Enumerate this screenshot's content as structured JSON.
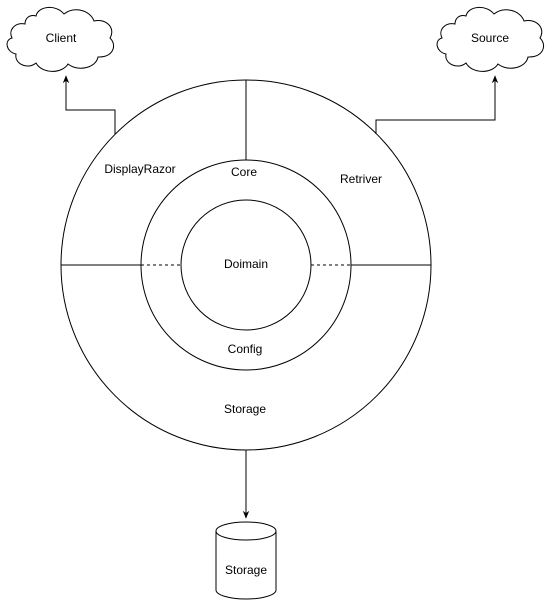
{
  "diagram": {
    "nodes": {
      "client": "Client",
      "source": "Source",
      "display_razor": "DisplayRazor",
      "core": "Core",
      "retriver": "Retriver",
      "doimain": "Doimain",
      "config": "Config",
      "storage_ring": "Storage",
      "storage_db": "Storage"
    },
    "edges": [
      {
        "from": "display_razor",
        "to": "client"
      },
      {
        "from": "retriver",
        "to": "source"
      },
      {
        "from": "storage_ring",
        "to": "storage_db"
      }
    ],
    "colors": {
      "stroke": "#000000",
      "fill": "#ffffff"
    }
  }
}
